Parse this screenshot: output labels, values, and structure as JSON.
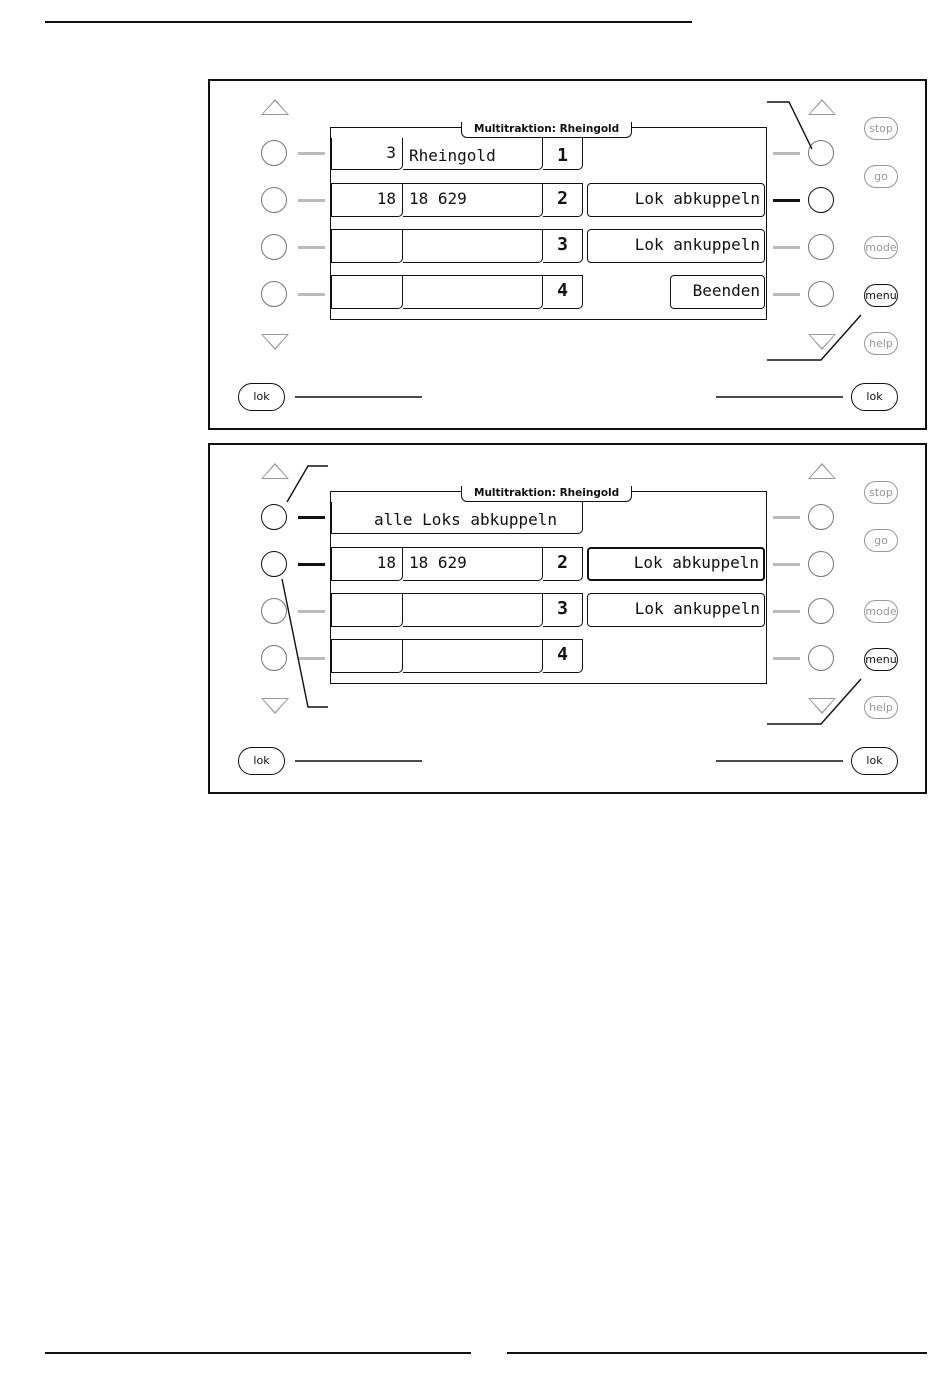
{
  "screen_title": "Multitraktion: Rheingold",
  "buttons": {
    "stop": "stop",
    "go": "go",
    "mode": "mode",
    "menu": "menu",
    "help": "help",
    "lok": "lok"
  },
  "panel1": {
    "rows": [
      {
        "address": "3",
        "name": "Rheingold",
        "position": "1",
        "option": ""
      },
      {
        "address": "18",
        "name": "18 629",
        "position": "2",
        "option": "Lok abkuppeln"
      },
      {
        "address": "",
        "name": "",
        "position": "3",
        "option": "Lok ankuppeln"
      },
      {
        "address": "",
        "name": "",
        "position": "4",
        "option": "Beenden"
      }
    ]
  },
  "panel2": {
    "first_row": "alle Loks abkuppeln",
    "rows": [
      {
        "address": "18",
        "name": "18 629",
        "position": "2",
        "option": "Lok abkuppeln"
      },
      {
        "address": "",
        "name": "",
        "position": "3",
        "option": "Lok ankuppeln"
      },
      {
        "address": "",
        "name": "",
        "position": "4"
      }
    ]
  }
}
